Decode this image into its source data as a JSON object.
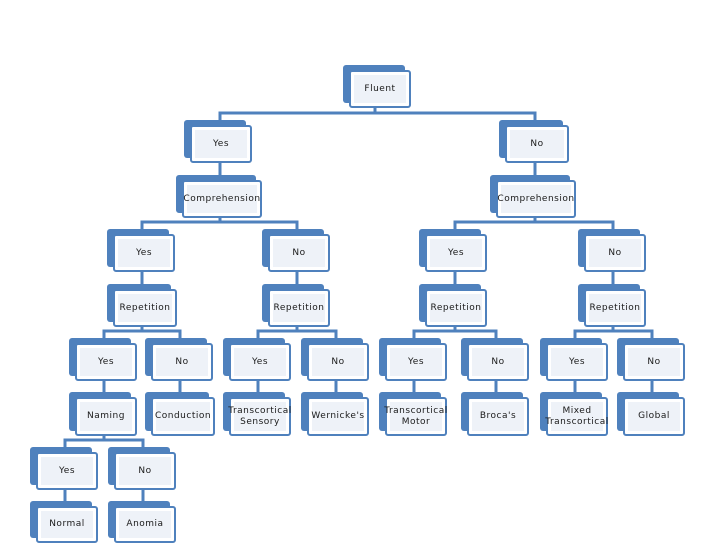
{
  "colors": {
    "box_border": "#4f81bd",
    "box_fill": "#eef2f8",
    "connector": "#4f81bd"
  },
  "nodes": {
    "fluent": "Fluent",
    "yes_l1": "Yes",
    "no_l1": "No",
    "comp_left": "Comprehension",
    "comp_right": "Comprehension",
    "yes_ll": "Yes",
    "no_lr": "No",
    "yes_rl": "Yes",
    "no_rr": "No",
    "rep_1": "Repetition",
    "rep_2": "Repetition",
    "rep_3": "Repetition",
    "rep_4": "Repetition",
    "yes_a": "Yes",
    "no_a": "No",
    "yes_b": "Yes",
    "no_b": "No",
    "yes_c": "Yes",
    "no_c": "No",
    "yes_d": "Yes",
    "no_d": "No",
    "naming": "Naming",
    "conduction": "Conduction",
    "trans_sensory": "Transcortical Sensory",
    "wernickes": "Wernicke's",
    "trans_motor": "Transcortical Motor",
    "brocas": "Broca's",
    "mixed_trans": "Mixed Transcortical",
    "global": "Global",
    "yes_n": "Yes",
    "no_n": "No",
    "normal": "Normal",
    "anomia": "Anomia"
  }
}
